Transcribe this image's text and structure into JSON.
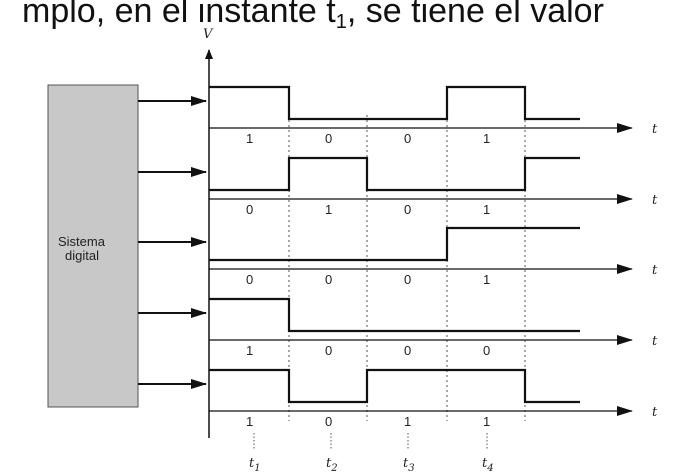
{
  "heading": {
    "text_before": "mplo, en el instante t",
    "subscript": "1",
    "text_after": ", se tiene el valor"
  },
  "diagram": {
    "block_label_line1": "Sistema",
    "block_label_line2": "digital",
    "v_axis_label": "V",
    "time_axis_label": "t",
    "signals": [
      {
        "bits": [
          "1",
          "0",
          "0",
          "1"
        ],
        "waveform": [
          1,
          0,
          0,
          1,
          0
        ]
      },
      {
        "bits": [
          "0",
          "1",
          "0",
          "1"
        ],
        "waveform": [
          0,
          1,
          0,
          0,
          1
        ]
      },
      {
        "bits": [
          "0",
          "0",
          "0",
          "1"
        ],
        "waveform": [
          0,
          0,
          0,
          1,
          1
        ]
      },
      {
        "bits": [
          "1",
          "0",
          "0",
          "0"
        ],
        "waveform": [
          1,
          0,
          0,
          0,
          0
        ]
      },
      {
        "bits": [
          "1",
          "0",
          "1",
          "1"
        ],
        "waveform": [
          1,
          0,
          1,
          1,
          0
        ]
      }
    ],
    "instants": [
      "t1",
      "t2",
      "t3",
      "t4"
    ],
    "instant_labels": [
      {
        "main": "t",
        "sub": "1"
      },
      {
        "main": "t",
        "sub": "2"
      },
      {
        "main": "t",
        "sub": "3"
      },
      {
        "main": "t",
        "sub": "4"
      }
    ],
    "colors": {
      "block_fill": "#c8c8c8",
      "line": "#111111"
    }
  }
}
